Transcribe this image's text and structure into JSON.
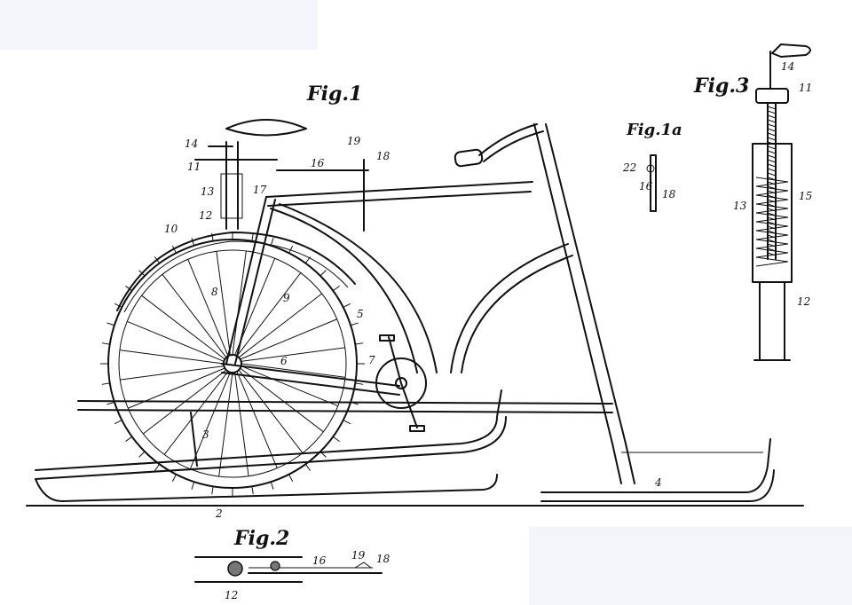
{
  "figures": {
    "fig1": {
      "title": "Fig.1"
    },
    "fig1a": {
      "title": "Fig.1a"
    },
    "fig2": {
      "title": "Fig.2"
    },
    "fig3": {
      "title": "Fig.3"
    }
  },
  "refs": {
    "fig1": [
      "14",
      "11",
      "13",
      "12",
      "19",
      "18",
      "16",
      "17",
      "10",
      "8",
      "9",
      "5",
      "6",
      "7",
      "3",
      "2",
      "4"
    ],
    "fig1a": [
      "22",
      "16",
      "18"
    ],
    "fig2": [
      "16",
      "19",
      "18",
      "12"
    ],
    "fig3": [
      "14",
      "11",
      "13",
      "15",
      "12"
    ]
  },
  "colors": {
    "ink": "#111111",
    "paper": "#ffffff",
    "tint": "#f3f5fa"
  }
}
